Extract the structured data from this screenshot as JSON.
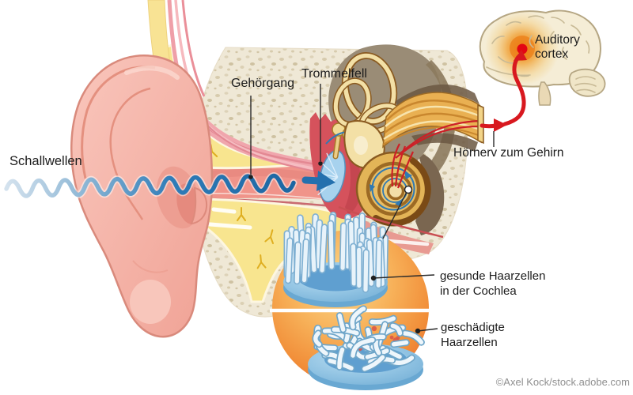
{
  "labels": {
    "schallwellen": "Schallwellen",
    "gehoergang": "Gehörgang",
    "trommelfell": "Trommelfell",
    "hoernerv_zum_gehirn": "Hörnerv zum Gehirn",
    "auditory_cortex": "Auditory\ncortex",
    "gesunde_haarzellen": "gesunde Haarzellen\nin der Cochlea",
    "geschaedigte_haarzellen": "geschädigte\nHaarzellen"
  },
  "credit": "©Axel Kock/stock.adobe.com",
  "colors": {
    "sound_wave_blue": "#1b6aa6",
    "nerve_signal_red": "#d8181f",
    "cortex_highlight_red": "#e30613",
    "cortex_glow_orange": "#f09c2a",
    "inset_orange": "#f1903a",
    "hair_cell_blue": "#8cc3e2",
    "bone_beige": "#efe7d3",
    "fat_yellow": "#f8e58f",
    "skin_pink": "#f2a99e",
    "middle_ear_red": "#d5525c",
    "cochlea_gold": "#e3b457",
    "label_text": "#1c1c1c",
    "credit_gray": "#8f8f8f"
  }
}
